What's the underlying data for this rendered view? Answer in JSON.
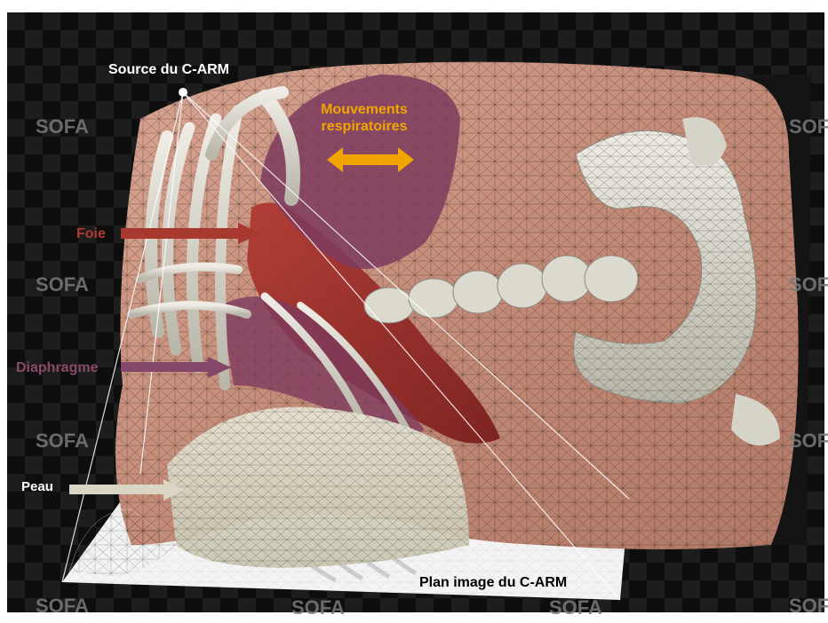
{
  "labels": {
    "source": "Source du C-ARM",
    "movement_line1": "Mouvements",
    "movement_line2": "respiratoires",
    "foie": "Foie",
    "diaphragme": "Diaphragme",
    "peau": "Peau",
    "plan_image": "Plan image du C-ARM"
  },
  "watermark": "SOFA",
  "colors": {
    "background": "#0d0d0d",
    "skin": "#c9927e",
    "liver": "#8f2a2a",
    "diaphragm": "#7d3b5e",
    "bone": "#d6d3c8",
    "peau_arrow": "#d9d6c6",
    "foie_label": "#b03a32",
    "diaphragme_label": "#8a4a69",
    "movement_label": "#f0a500",
    "source_label": "#ffffff",
    "plan_label": "#000000"
  }
}
